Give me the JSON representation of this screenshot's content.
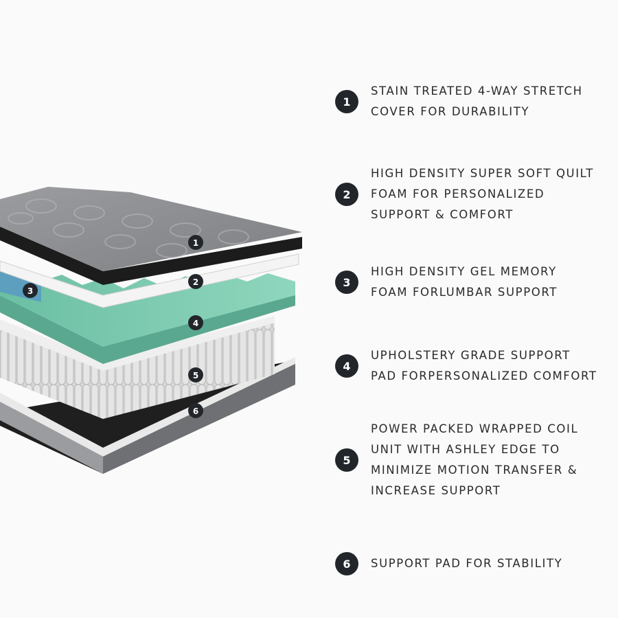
{
  "colors": {
    "badge": "#22262b",
    "text": "#2a2a2a",
    "background": "#fafafa",
    "gel_foam": "#78c7ae",
    "cover": "#8d8f92"
  },
  "illustration": {
    "labels": [
      "1",
      "2",
      "3",
      "4",
      "5",
      "6"
    ]
  },
  "features": [
    {
      "number": "1",
      "lines": [
        "STAIN TREATED 4-WAY STRETCH",
        "COVER FOR DURABILITY"
      ]
    },
    {
      "number": "2",
      "lines": [
        "HIGH DENSITY SUPER SOFT QUILT",
        "FOAM FOR PERSONALIZED",
        "SUPPORT & COMFORT"
      ]
    },
    {
      "number": "3",
      "lines": [
        "HIGH DENSITY GEL MEMORY",
        "FOAM FORLUMBAR SUPPORT"
      ]
    },
    {
      "number": "4",
      "lines": [
        "UPHOLSTERY GRADE SUPPORT",
        "PAD FORPERSONALIZED COMFORT"
      ]
    },
    {
      "number": "5",
      "lines": [
        "POWER PACKED WRAPPED COIL",
        "UNIT WITH ASHLEY EDGE TO",
        "MINIMIZE MOTION TRANSFER &",
        "INCREASE SUPPORT"
      ]
    },
    {
      "number": "6",
      "lines": [
        "SUPPORT PAD FOR STABILITY"
      ]
    }
  ]
}
